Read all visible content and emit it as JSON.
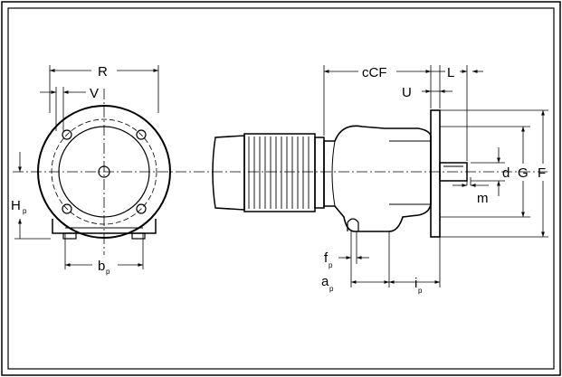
{
  "figure": {
    "labels": {
      "R": "R",
      "V": "V",
      "H": "H",
      "b": "b",
      "cCF": "cCF",
      "L": "L",
      "U": "U",
      "d": "d",
      "G": "G",
      "F": "F",
      "m": "m",
      "f": "f",
      "a": "a",
      "i": "i",
      "p": "p"
    }
  }
}
